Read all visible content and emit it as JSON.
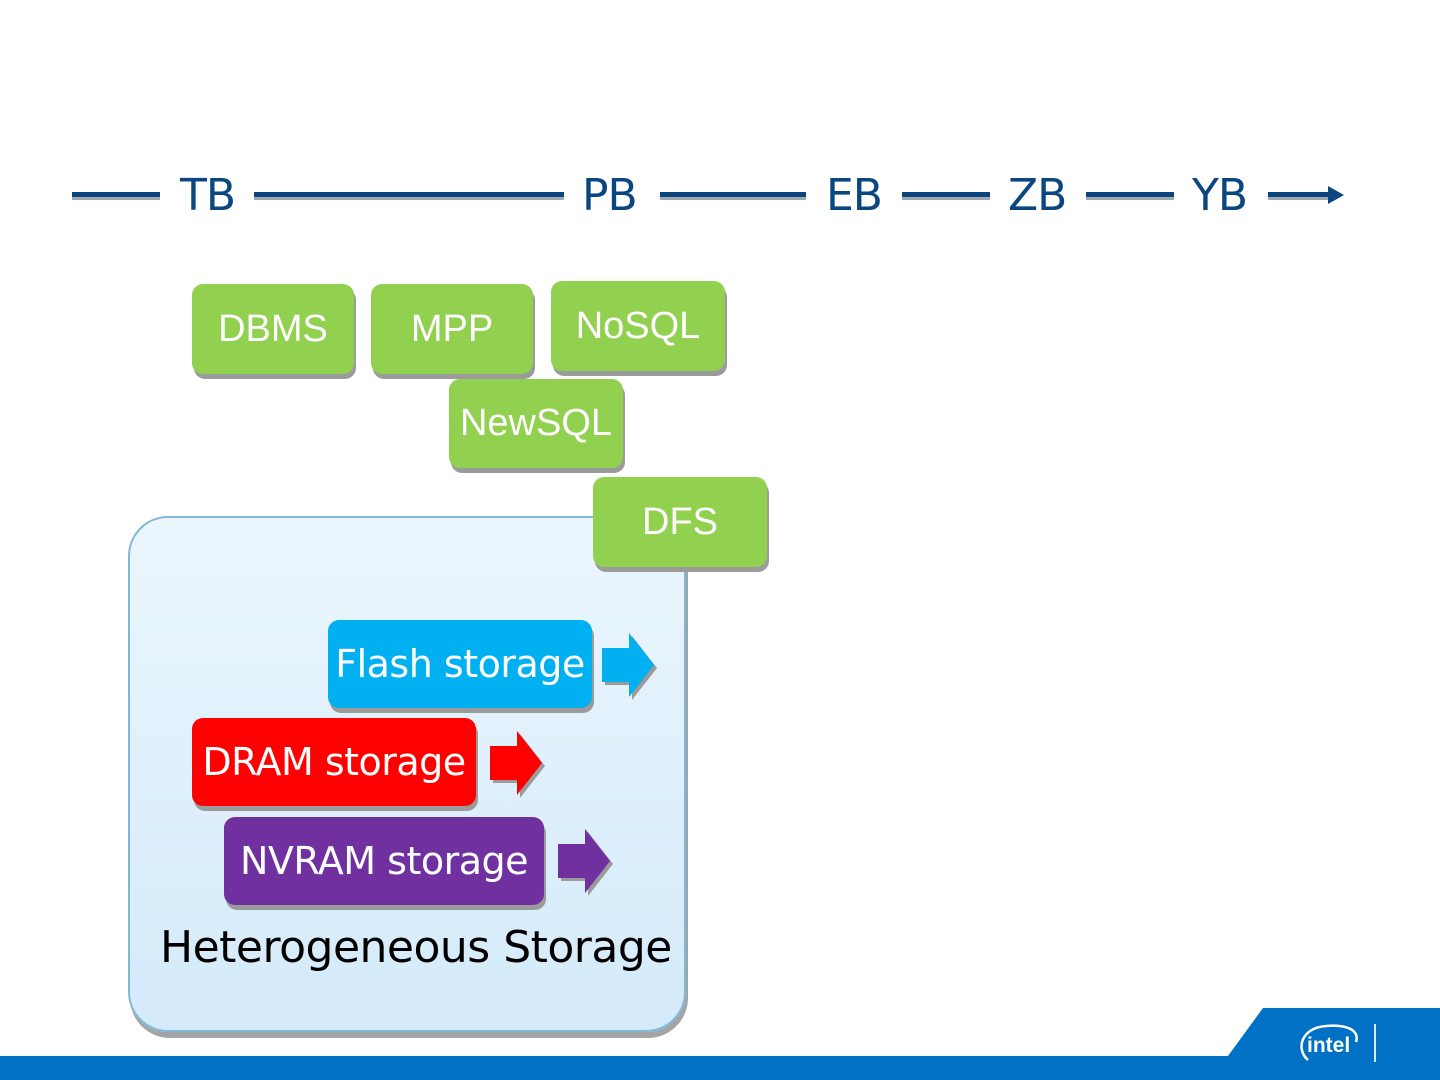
{
  "scale": {
    "labels": [
      "TB",
      "PB",
      "EB",
      "ZB",
      "YB"
    ],
    "color": "#0a4680"
  },
  "data_systems": {
    "color": "#92d050",
    "items": [
      "DBMS",
      "MPP",
      "NoSQL",
      "NewSQL",
      "DFS"
    ]
  },
  "heterogeneous_storage": {
    "title": "Heterogeneous Storage",
    "items": [
      {
        "label": "Flash storage",
        "color": "#00b0f0"
      },
      {
        "label": "DRAM storage",
        "color": "#ff0000"
      },
      {
        "label": "NVRAM storage",
        "color": "#7030a0"
      }
    ]
  },
  "footer": {
    "brand": "intel",
    "bar_color": "#0071c5"
  }
}
